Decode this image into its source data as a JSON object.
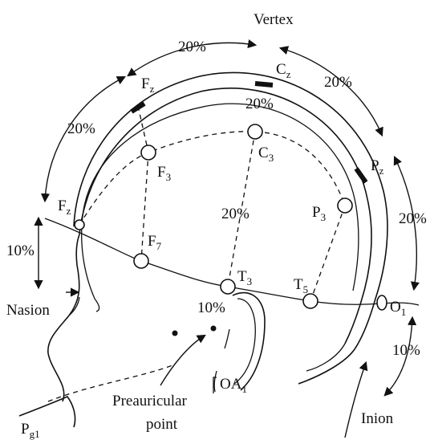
{
  "labels": {
    "vertex": "Vertex",
    "nasion": "Nasion",
    "inion": "Inion",
    "preauricular_1": "Preauricular",
    "preauricular_2": "point",
    "pct_top": "20%",
    "pct_left_arc": "20%",
    "pct_right_arc": "20%",
    "pct_under_cz": "20%",
    "pct_center": "20%",
    "pct_far_right": "20%",
    "pct_left_10": "10%",
    "pct_ear_10": "10%",
    "pct_right_10": "10%"
  },
  "electrodes": {
    "fz_top": {
      "main": "F",
      "sub": "z"
    },
    "cz": {
      "main": "C",
      "sub": "z"
    },
    "pz": {
      "main": "P",
      "sub": "z"
    },
    "fz_front": {
      "main": "F",
      "sub": "z"
    },
    "f3": {
      "main": "F",
      "sub": "3"
    },
    "c3": {
      "main": "C",
      "sub": "3"
    },
    "p3": {
      "main": "P",
      "sub": "3"
    },
    "f7": {
      "main": "F",
      "sub": "7"
    },
    "t3": {
      "main": "T",
      "sub": "3"
    },
    "t5": {
      "main": "T",
      "sub": "5"
    },
    "o1": {
      "main": "O",
      "sub": "1"
    },
    "oa1": {
      "main": "OA",
      "sub": "1"
    },
    "pg1": {
      "main": "P",
      "sub": "g1"
    }
  }
}
